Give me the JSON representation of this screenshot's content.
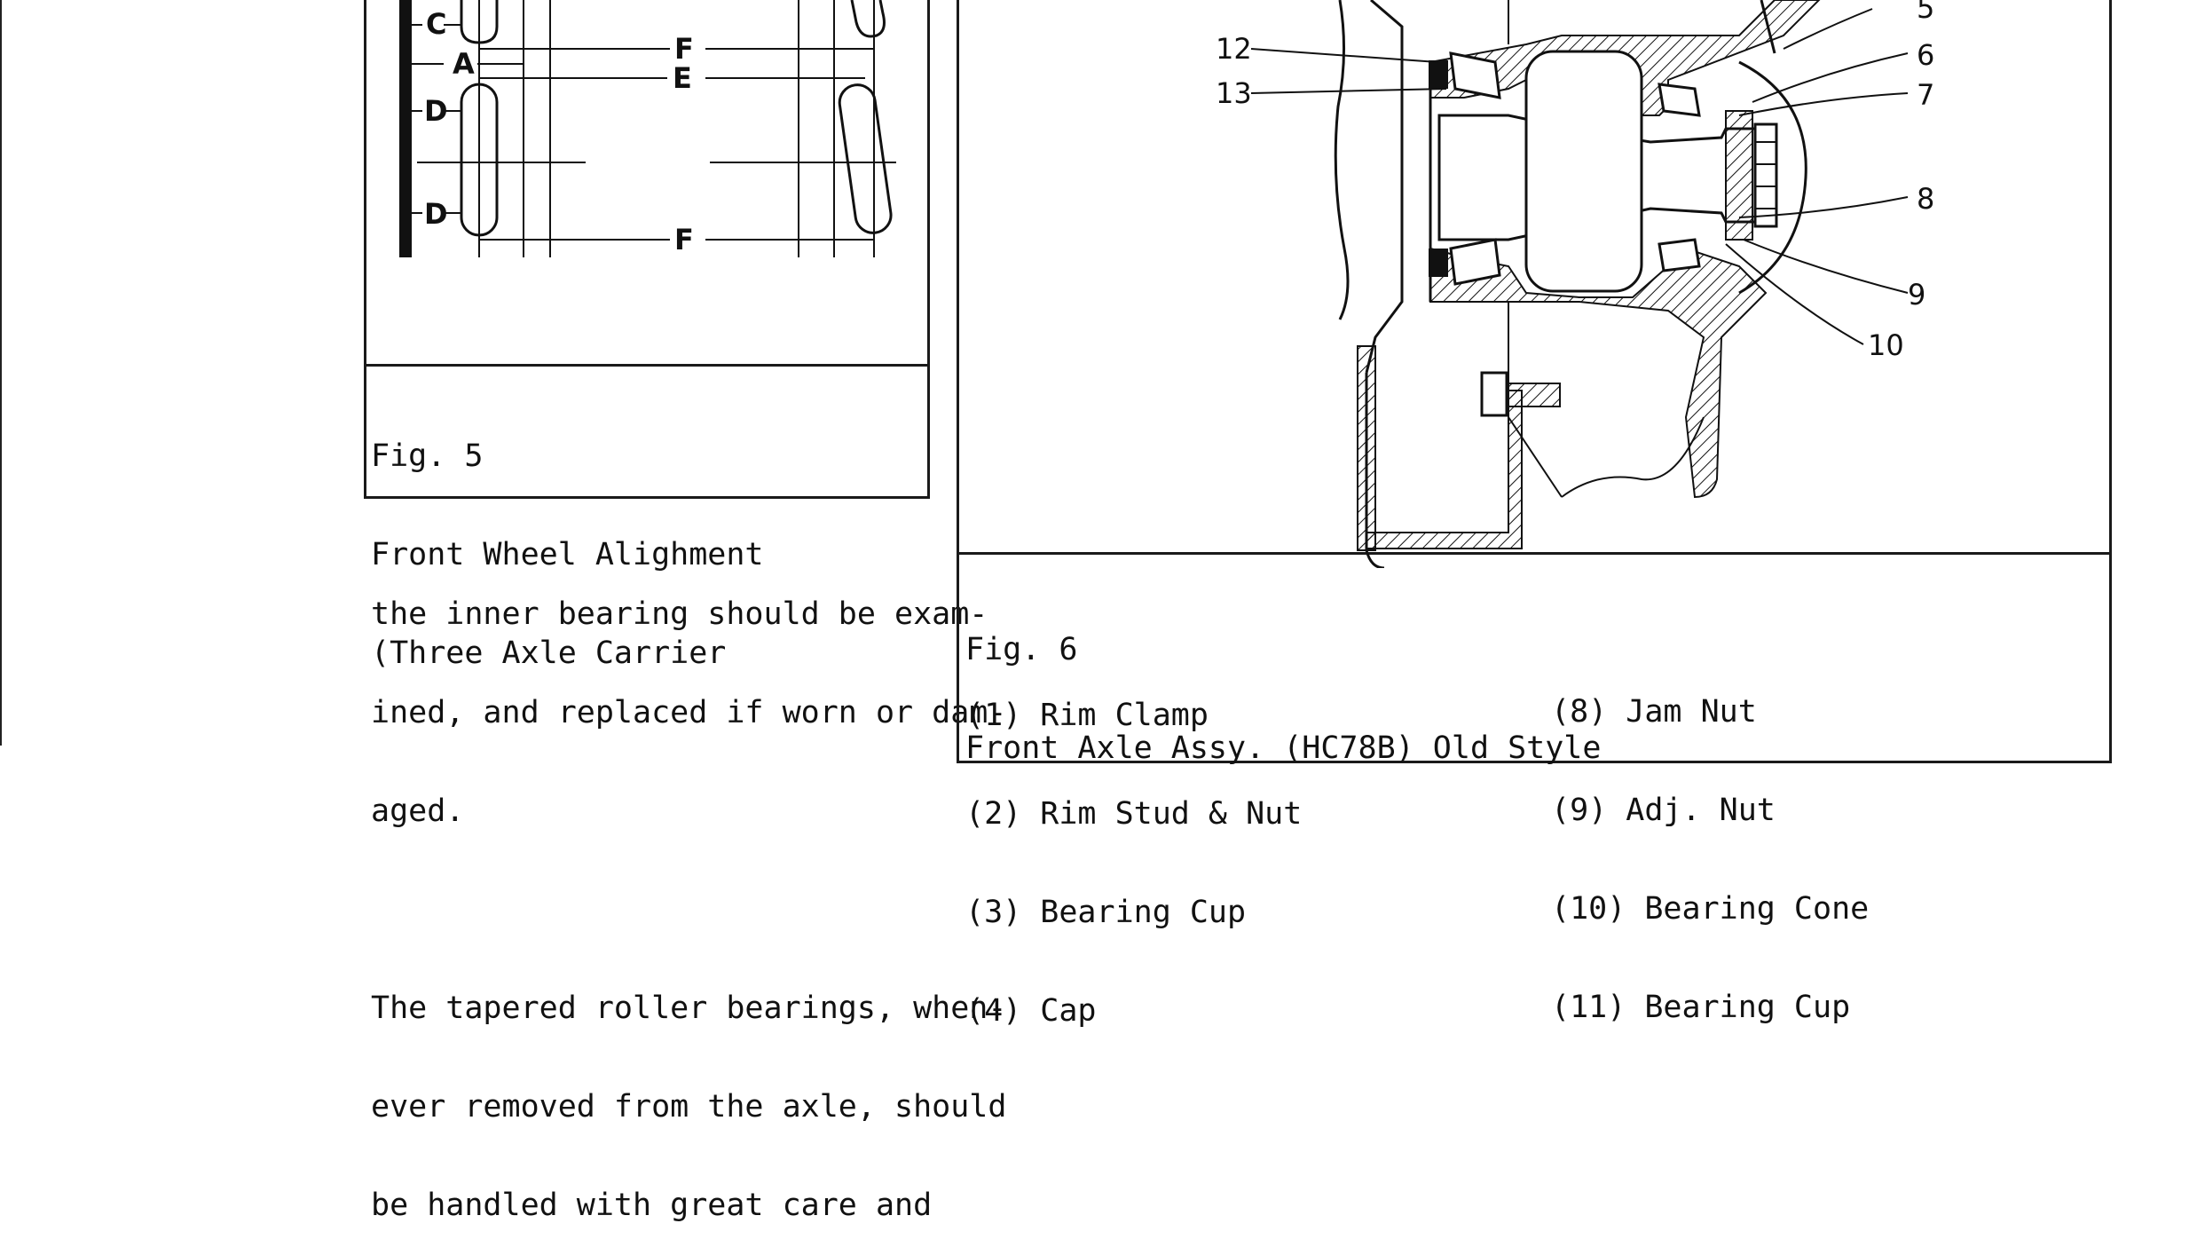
{
  "fig5": {
    "caption": [
      "Fig. 5",
      "Front Wheel Alighment",
      "(Three Axle Carrier"
    ],
    "labels": {
      "a": "A",
      "c": "C",
      "d_upper": "D",
      "d_lower": "D",
      "e": "E",
      "f_upper": "F",
      "f_lower": "F"
    }
  },
  "body_text": [
    "the inner bearing should be exam-",
    "ined, and replaced if worn or dam-",
    "aged.",
    "",
    "The tapered roller bearings, when-",
    "ever removed from the axle, should",
    "be handled with great care and"
  ],
  "fig6": {
    "title": "Fig. 6",
    "subtitle": "Front Axle Assy. (HC78B) Old Style",
    "callouts": [
      "5",
      "6",
      "7",
      "8",
      "9",
      "10",
      "12",
      "13"
    ],
    "legend_left": [
      "(1) Rim Clamp",
      "(2) Rim Stud & Nut",
      "(3) Bearing Cup",
      "(4) Cap"
    ],
    "legend_right": [
      "(8) Jam Nut",
      "(9) Adj. Nut",
      "(10) Bearing Cone",
      "(11) Bearing Cup"
    ]
  }
}
